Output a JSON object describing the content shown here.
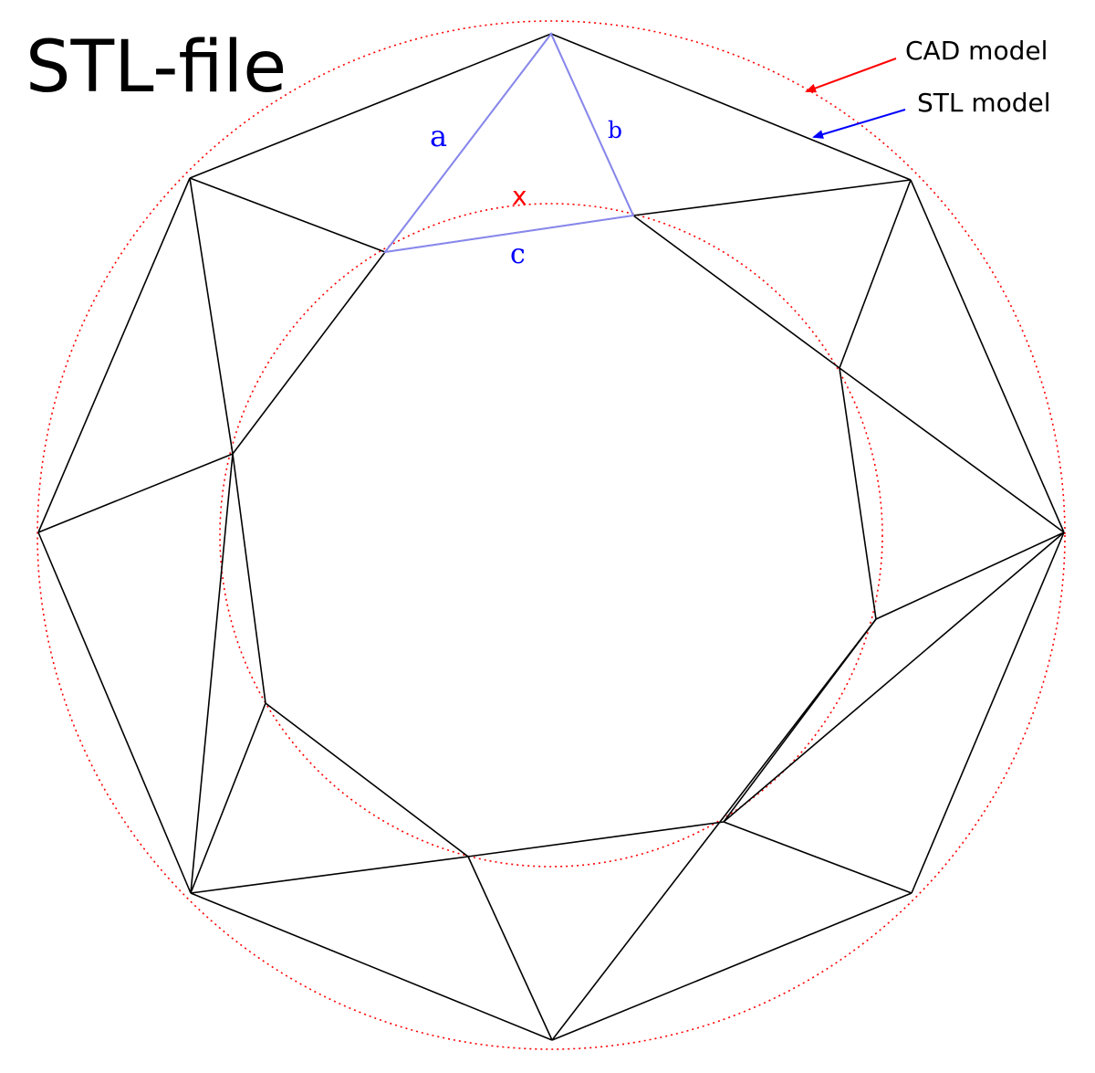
{
  "title": "STL-file",
  "legend": {
    "cad_label": "CAD model",
    "stl_label": "STL model"
  },
  "labels": {
    "a": "a",
    "b": "b",
    "c": "c",
    "x": "x"
  },
  "colors": {
    "cad_circle": "#ff0000",
    "stl_edges": "#000000",
    "highlight_triangle": "#8888ee",
    "labels": "#0000ff",
    "cad_arrow": "#ff0000",
    "stl_arrow": "#0000ff"
  }
}
